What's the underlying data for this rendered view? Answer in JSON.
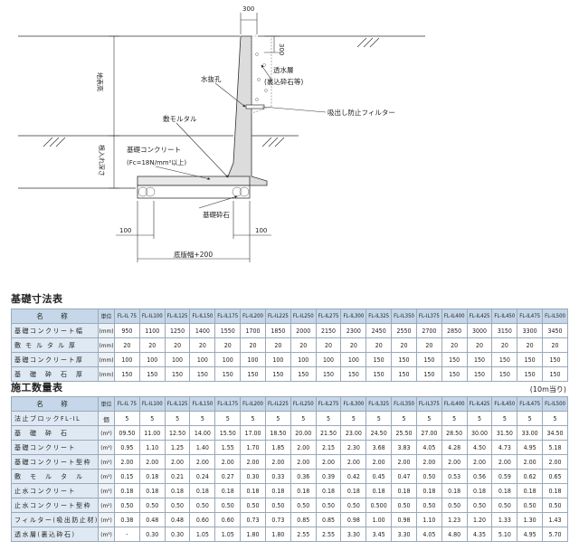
{
  "drawing": {
    "dim_top_width": "300",
    "dim_top_height": "300",
    "label_ground_height": "地表高",
    "label_embed_depth": "根入れ深さ",
    "label_drain_hole": "水抜孔",
    "label_permeable_layer": "透水層",
    "label_permeable_layer_sub": "(裏込砕石等)",
    "label_filter": "吸出し防止フィルター",
    "label_mortar": "敷モルタル",
    "label_base_concrete": "基礎コンクリート",
    "label_base_concrete_spec": "(Fc=18N/mm²以上)",
    "label_base_gravel": "基礎砕石",
    "dim_left_100": "100",
    "dim_right_100": "100",
    "dim_base_width": "底版幅+200"
  },
  "table1": {
    "title": "基礎寸法表",
    "header_name": "名　称",
    "header_unit": "単位",
    "columns": [
      "FL-IL 75",
      "FL-IL100",
      "FL-IL125",
      "FL-IL150",
      "FL-IL175",
      "FL-IL200",
      "FL-IL225",
      "FL-IL250",
      "FL-IL275",
      "FL-IL300",
      "FL-IL325",
      "FL-IL350",
      "FL-IL375",
      "FL-IL400",
      "FL-IL425",
      "FL-IL450",
      "FL-IL475",
      "FL-IL500"
    ],
    "rows": [
      {
        "name": "基礎コンクリート幅",
        "unit": "(mm)",
        "values": [
          "950",
          "1100",
          "1250",
          "1400",
          "1550",
          "1700",
          "1850",
          "2000",
          "2150",
          "2300",
          "2450",
          "2550",
          "2700",
          "2850",
          "3000",
          "3150",
          "3300",
          "3450"
        ]
      },
      {
        "name": "敷 モ ル タ ル 厚",
        "unit": "(mm)",
        "values": [
          "20",
          "20",
          "20",
          "20",
          "20",
          "20",
          "20",
          "20",
          "20",
          "20",
          "20",
          "20",
          "20",
          "20",
          "20",
          "20",
          "20",
          "20"
        ]
      },
      {
        "name": "基礎コンクリート厚",
        "unit": "(mm)",
        "values": [
          "100",
          "100",
          "100",
          "100",
          "100",
          "100",
          "100",
          "100",
          "100",
          "100",
          "150",
          "150",
          "150",
          "150",
          "150",
          "150",
          "150",
          "150"
        ]
      },
      {
        "name": "基　礎　砕　石　厚",
        "unit": "(mm)",
        "values": [
          "150",
          "150",
          "150",
          "150",
          "150",
          "150",
          "150",
          "150",
          "150",
          "150",
          "150",
          "150",
          "150",
          "150",
          "150",
          "150",
          "150",
          "150"
        ]
      }
    ]
  },
  "table2": {
    "title": "施工数量表",
    "note": "(10m当り)",
    "header_name": "名　称",
    "header_unit": "単位",
    "columns": [
      "FL-IL 75",
      "FL-IL100",
      "FL-IL125",
      "FL-IL150",
      "FL-IL175",
      "FL-IL200",
      "FL-IL225",
      "FL-IL250",
      "FL-IL275",
      "FL-IL300",
      "FL-IL325",
      "FL-IL350",
      "FL-IL375",
      "FL-IL400",
      "FL-IL425",
      "FL-IL450",
      "FL-IL475",
      "FL-IL500"
    ],
    "rows": [
      {
        "name": "法止ブロックFL-IL",
        "unit": "個",
        "values": [
          "5",
          "5",
          "5",
          "5",
          "5",
          "5",
          "5",
          "5",
          "5",
          "5",
          "5",
          "5",
          "5",
          "5",
          "5",
          "5",
          "5",
          "5"
        ]
      },
      {
        "name": "基　礎　砕　石",
        "unit": "(m²)",
        "values": [
          "09.50",
          "11.00",
          "12.50",
          "14.00",
          "15.50",
          "17.00",
          "18.50",
          "20.00",
          "21.50",
          "23.00",
          "24.50",
          "25.50",
          "27.00",
          "28.50",
          "30.00",
          "31.50",
          "33.00",
          "34.50"
        ]
      },
      {
        "name": "基礎コンクリート",
        "unit": "(m³)",
        "values": [
          "0.95",
          "1.10",
          "1.25",
          "1.40",
          "1.55",
          "1.70",
          "1.85",
          "2.00",
          "2.15",
          "2.30",
          "3.68",
          "3.83",
          "4.05",
          "4.28",
          "4.50",
          "4.73",
          "4.95",
          "5.18"
        ]
      },
      {
        "name": "基礎コンクリート型枠",
        "unit": "(m²)",
        "values": [
          "2.00",
          "2.00",
          "2.00",
          "2.00",
          "2.00",
          "2.00",
          "2.00",
          "2.00",
          "2.00",
          "2.00",
          "2.00",
          "2.00",
          "2.00",
          "2.00",
          "2.00",
          "2.00",
          "2.00",
          "2.00"
        ]
      },
      {
        "name": "敷　モ　ル　タ　ル",
        "unit": "(m³)",
        "values": [
          "0.15",
          "0.18",
          "0.21",
          "0.24",
          "0.27",
          "0.30",
          "0.33",
          "0.36",
          "0.39",
          "0.42",
          "0.45",
          "0.47",
          "0.50",
          "0.53",
          "0.56",
          "0.59",
          "0.62",
          "0.65"
        ]
      },
      {
        "name": "止水コンクリート",
        "unit": "(m³)",
        "values": [
          "0.18",
          "0.18",
          "0.18",
          "0.18",
          "0.18",
          "0.18",
          "0.18",
          "0.18",
          "0.18",
          "0.18",
          "0.18",
          "0.18",
          "0.18",
          "0.18",
          "0.18",
          "0.18",
          "0.18",
          "0.18"
        ]
      },
      {
        "name": "止水コンクリート型枠",
        "unit": "(m²)",
        "values": [
          "0.50",
          "0.50",
          "0.50",
          "0.50",
          "0.50",
          "0.50",
          "0.50",
          "0.50",
          "0.50",
          "0.50",
          "0.500",
          "0.50",
          "0.50",
          "0.50",
          "0.50",
          "0.50",
          "0.50",
          "0.50"
        ]
      },
      {
        "name": "フィルター(吸出防止材)",
        "unit": "(m²)",
        "values": [
          "0.38",
          "0.48",
          "0.48",
          "0.60",
          "0.60",
          "0.73",
          "0.73",
          "0.85",
          "0.85",
          "0.98",
          "1.00",
          "0.98",
          "1.10",
          "1.23",
          "1.20",
          "1.33",
          "1.30",
          "1.43"
        ]
      },
      {
        "name": "透水層(裏込砕石)",
        "unit": "(m³)",
        "values": [
          "-",
          "0.30",
          "0.30",
          "1.05",
          "1.05",
          "1.80",
          "1.80",
          "2.55",
          "2.55",
          "3.30",
          "3.45",
          "3.30",
          "4.05",
          "4.80",
          "4.35",
          "5.10",
          "4.95",
          "5.70"
        ]
      }
    ]
  }
}
